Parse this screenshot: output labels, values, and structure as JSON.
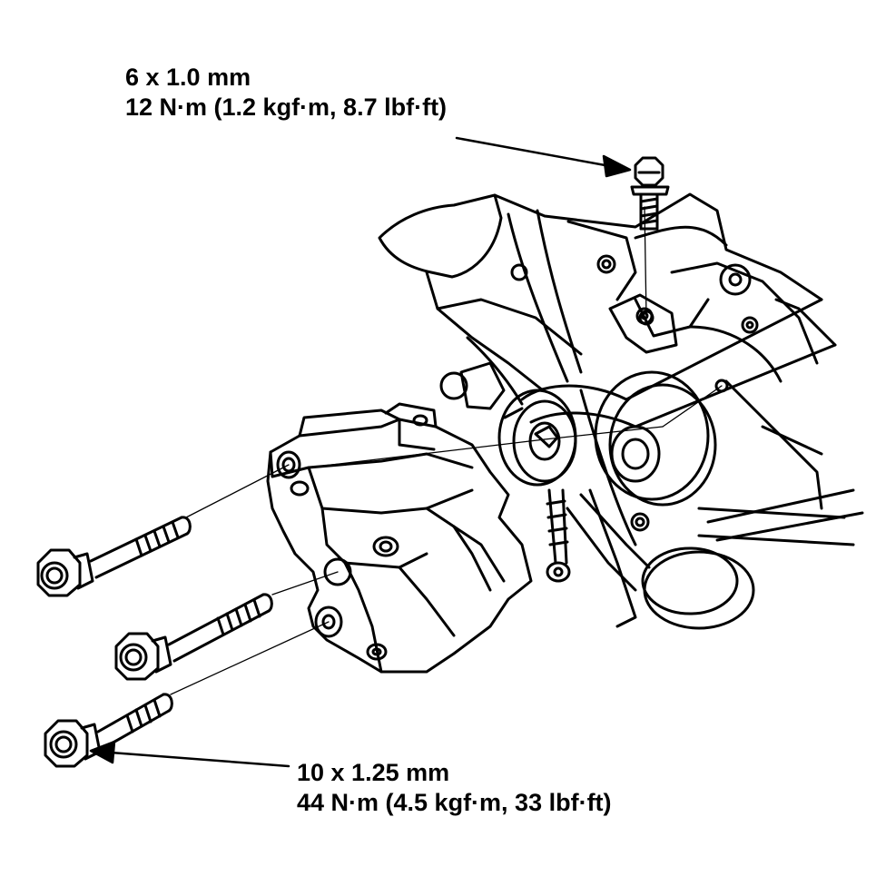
{
  "callouts": {
    "top": {
      "size": "6 x 1.0 mm",
      "torque": "12 N·m (1.2 kgf·m, 8.7 lbf·ft)"
    },
    "bottom": {
      "size": "10 x 1.25 mm",
      "torque": "44 N·m (4.5 kgf·m, 33 lbf·ft)"
    }
  },
  "colors": {
    "line": "#000000",
    "background": "#ffffff"
  }
}
